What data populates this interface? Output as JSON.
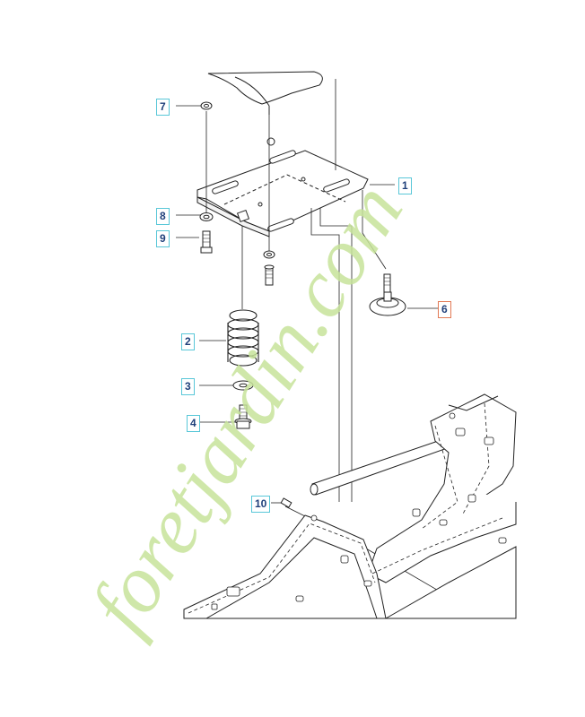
{
  "diagram": {
    "callouts": [
      {
        "id": "1",
        "label": "1",
        "style": "normal"
      },
      {
        "id": "2",
        "label": "2",
        "style": "normal"
      },
      {
        "id": "3",
        "label": "3",
        "style": "normal"
      },
      {
        "id": "4",
        "label": "4",
        "style": "normal"
      },
      {
        "id": "6",
        "label": "6",
        "style": "highlight"
      },
      {
        "id": "7",
        "label": "7",
        "style": "normal"
      },
      {
        "id": "8",
        "label": "8",
        "style": "normal"
      },
      {
        "id": "9",
        "label": "9",
        "style": "normal"
      },
      {
        "id": "10",
        "label": "10",
        "style": "normal"
      }
    ]
  },
  "watermark": {
    "text": "foretjardin.com",
    "colors": {
      "main": "#c7e39a",
      "accent": "#f2bb93"
    }
  },
  "colors": {
    "line": "#222222",
    "callout_border": "#59c7d8",
    "callout_highlight_border": "#e27a55",
    "callout_text": "#1f3f7a"
  }
}
